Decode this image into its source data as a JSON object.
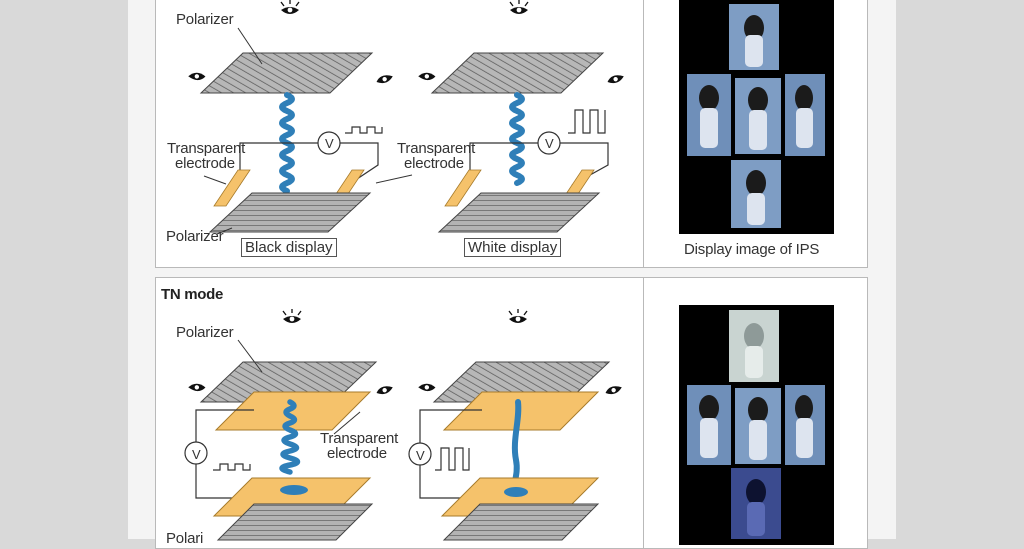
{
  "labels": {
    "polarizer": "Polarizer",
    "transparent": "Transparent",
    "electrode": "electrode",
    "polarizer_cut": "Polarizer",
    "polarizer_cut_bottom": "Polari",
    "v": "V"
  },
  "ips_panel": {
    "black_display": "Black display",
    "white_display": "White display",
    "image_caption": "Display image of IPS"
  },
  "tn_panel": {
    "title": "TN mode"
  },
  "colors": {
    "background": "#d9d9d9",
    "panel": "#ffffff",
    "polarizer": "#a8a8a8",
    "electrode": "#f5c26b",
    "liquid_crystal": "#2f7fb8",
    "display": "#000000",
    "photo": "#7e9dc4"
  }
}
